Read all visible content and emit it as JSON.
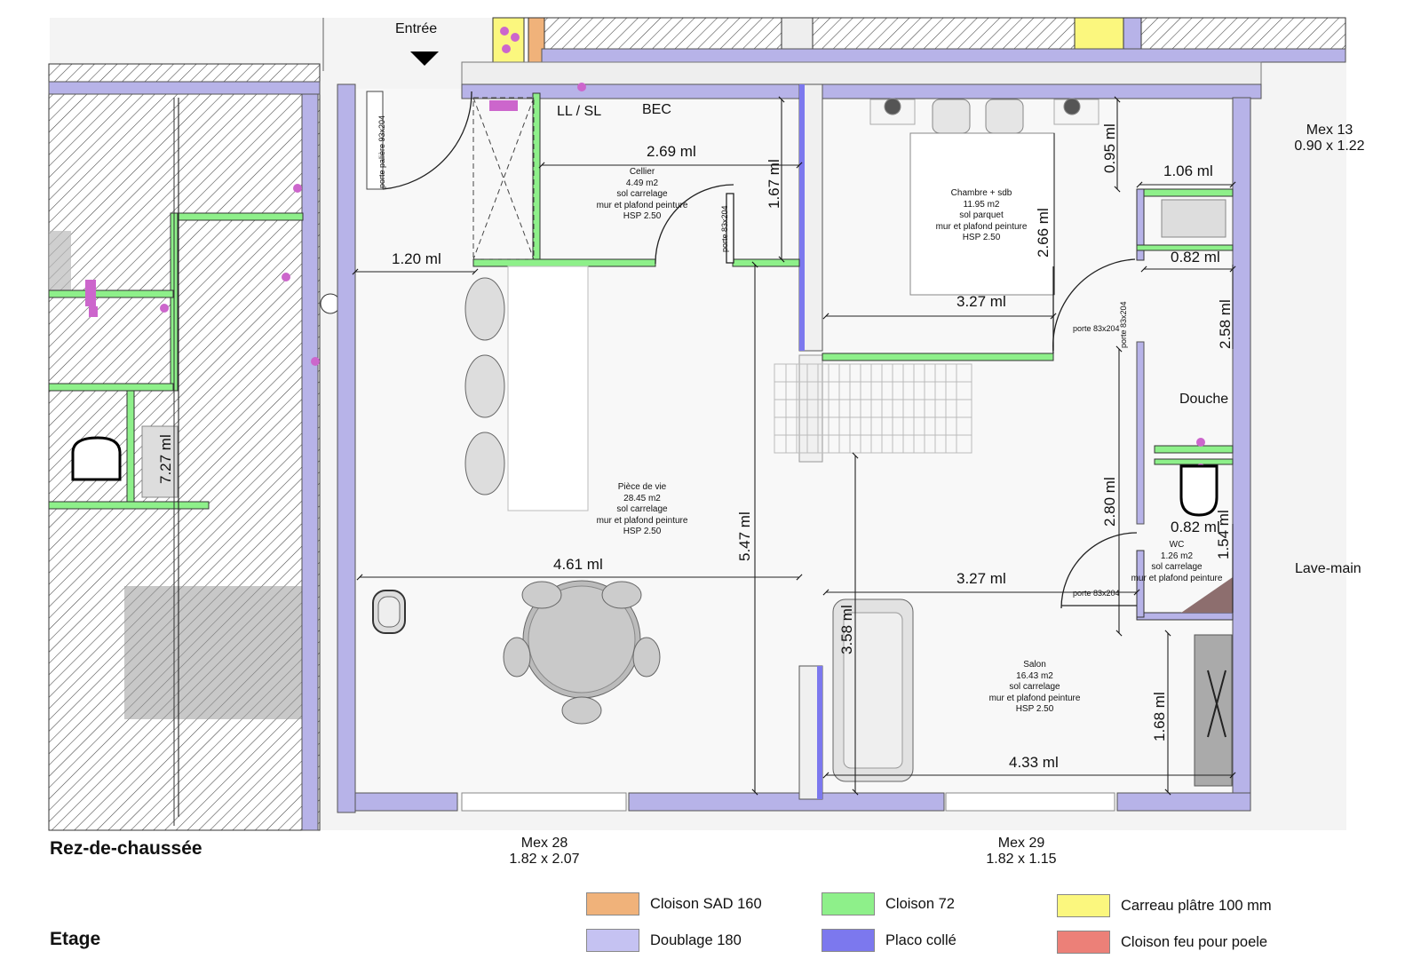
{
  "title_ground": "Rez-de-chaussée",
  "title_floor": "Etage",
  "entry_label": "Entrée",
  "rooms": {
    "cellier": [
      "Cellier",
      "4.49 m2",
      "sol carrelage",
      "mur et plafond peinture",
      "HSP 2.50"
    ],
    "chambre": [
      "Chambre + sdb",
      "11.95 m2",
      "sol parquet",
      "mur et plafond peinture",
      "HSP 2.50"
    ],
    "piece_vie": [
      "Pièce de vie",
      "28.45 m2",
      "sol carrelage",
      "mur et plafond peinture",
      "HSP 2.50"
    ],
    "wc": [
      "WC",
      "1.26 m2",
      "sol carrelage",
      "mur et plafond peinture"
    ],
    "salon": [
      "Salon",
      "16.43 m2",
      "sol carrelage",
      "mur et plafond peinture",
      "HSP 2.50"
    ]
  },
  "labels": {
    "ll_sl": "LL / SL",
    "bec": "BEC",
    "douche": "Douche",
    "lave_main": "Lave-main",
    "porte_paliere": "porte palière 93x204",
    "porte_cellier": "porte 83x204",
    "porte_chambre_v": "porte 83x204",
    "porte_chambre_h": "porte 83x204",
    "porte_wc": "porte 83x204"
  },
  "windows": {
    "mex13": [
      "Mex 13",
      "0.90 x 1.22"
    ],
    "mex28": [
      "Mex 28",
      "1.82 x 2.07"
    ],
    "mex29": [
      "Mex 29",
      "1.82 x 1.15"
    ]
  },
  "dimensions": {
    "d_269": "2.69 ml",
    "d_167": "1.67 ml",
    "d_120": "1.20 ml",
    "d_095": "0.95 ml",
    "d_106": "1.06 ml",
    "d_266": "2.66 ml",
    "d_082a": "0.82 ml",
    "d_327a": "3.27 ml",
    "d_258": "2.58 ml",
    "d_727": "7.27 ml",
    "d_280": "2.80 ml",
    "d_082b": "0.82 ml",
    "d_154": "1.54 ml",
    "d_461": "4.61 ml",
    "d_547": "5.47 ml",
    "d_327b": "3.27 ml",
    "d_358": "3.58 ml",
    "d_168": "1.68 ml",
    "d_433": "4.33 ml"
  },
  "legend": [
    {
      "label": "Cloison SAD 160",
      "color": "#f0b27a"
    },
    {
      "label": "Cloison 72",
      "color": "#8ef08a"
    },
    {
      "label": "Carreau plâtre 100 mm",
      "color": "#fbf77e"
    },
    {
      "label": "Doublage 180",
      "color": "#c5c2f2"
    },
    {
      "label": "Placo collé",
      "color": "#7c78ee"
    },
    {
      "label": "Cloison feu pour poele",
      "color": "#ec8078"
    }
  ],
  "colors": {
    "doublage": "#b7b3e8",
    "placo": "#7c78ee",
    "cloison72": "#8ef08a",
    "sad": "#f0b27a",
    "carreau": "#fbf77e",
    "poele": "#ec8078",
    "plug": "#cc66cc"
  }
}
